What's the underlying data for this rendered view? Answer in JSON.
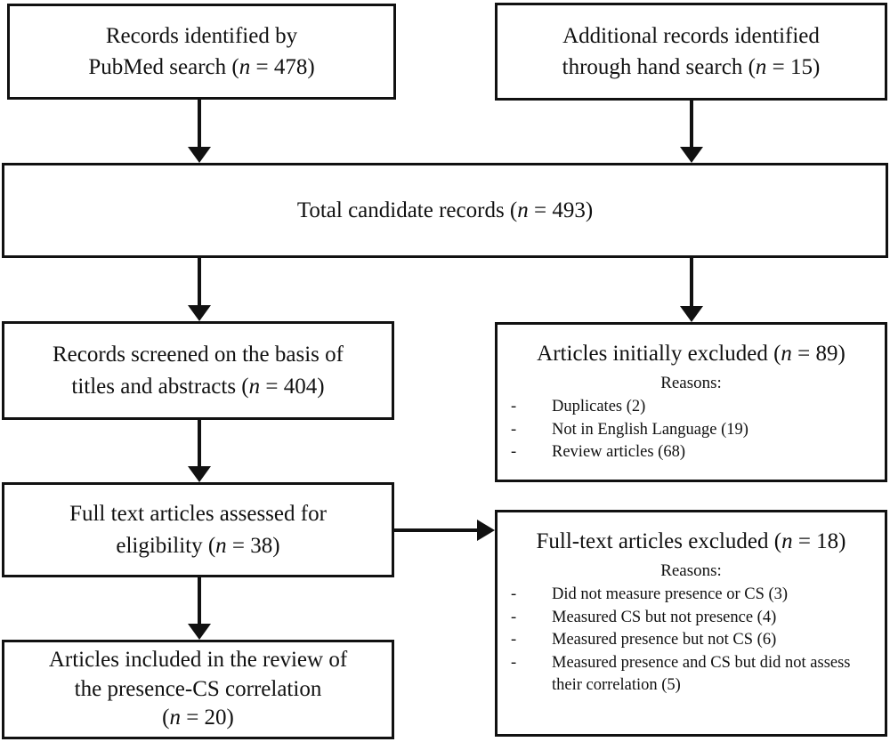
{
  "colors": {
    "ink": "#111111",
    "background": "#ffffff"
  },
  "boxes": {
    "pubmed": {
      "line1": "Records identified by",
      "line2_pre": "PubMed search (",
      "n": "n",
      "line2_post": " = 478)"
    },
    "handsearch": {
      "line1": "Additional records identified",
      "line2_pre": "through hand search (",
      "n": "n",
      "line2_post": " = 15)"
    },
    "total": {
      "pre": "Total candidate records (",
      "n": "n",
      "post": " = 493)"
    },
    "screened": {
      "line1": "Records screened on the basis of",
      "line2_pre": "titles and abstracts (",
      "n": "n",
      "line2_post": " = 404)"
    },
    "excluded_initial": {
      "title_pre": "Articles initially excluded (",
      "n": "n",
      "title_post": " = 89)",
      "reasons_label": "Reasons:",
      "bullet": "-",
      "reasons": [
        "Duplicates (2)",
        "Not in English Language (19)",
        "Review articles (68)"
      ]
    },
    "fulltext": {
      "line1": "Full text articles assessed for",
      "line2_pre": "eligibility (",
      "n": "n",
      "line2_post": " = 38)"
    },
    "excluded_fulltext": {
      "title_pre": "Full-text articles excluded (",
      "n": "n",
      "title_post": " = 18)",
      "reasons_label": "Reasons:",
      "bullet": "-",
      "reasons": [
        "Did not measure presence or CS (3)",
        "Measured CS but not presence (4)",
        "Measured presence but not CS (6)",
        "Measured presence and CS but did not assess their correlation (5)"
      ]
    },
    "included": {
      "line1": "Articles included in the review of",
      "line2": "the presence-CS correlation",
      "line3_pre": "(",
      "n": "n",
      "line3_post": " = 20)"
    }
  }
}
